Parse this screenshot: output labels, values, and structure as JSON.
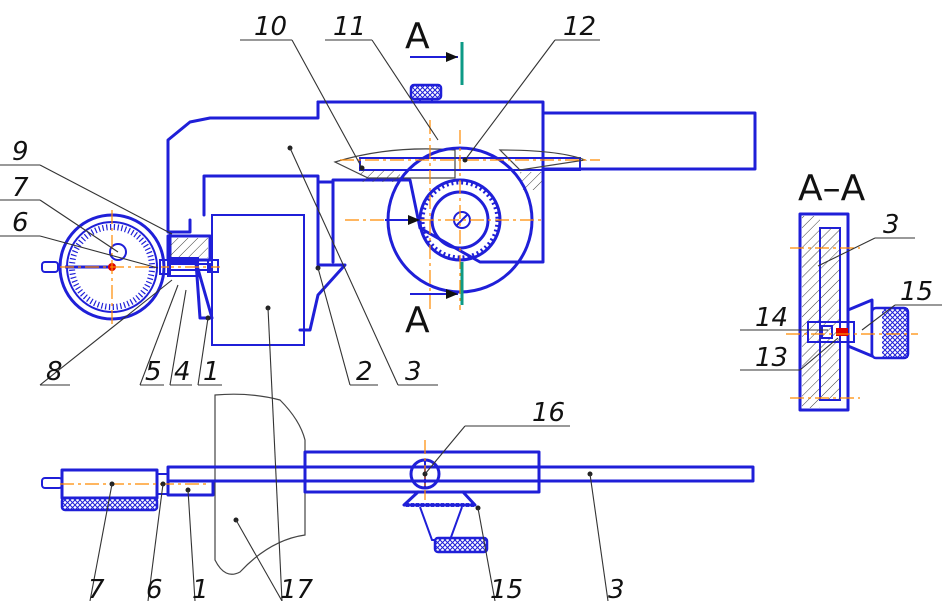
{
  "section_mark": "A",
  "section_title": "A–A",
  "callouts": {
    "c1a": "1",
    "c2": "2",
    "c3a": "3",
    "c4": "4",
    "c5": "5",
    "c6a": "6",
    "c7a": "7",
    "c8": "8",
    "c9": "9",
    "c10": "10",
    "c11": "11",
    "c12": "12",
    "s3": "3",
    "s13": "13",
    "s14": "14",
    "s15": "15",
    "c16": "16",
    "b7": "7",
    "b6": "6",
    "b1": "1",
    "b17": "17",
    "b15": "15",
    "b3": "3"
  }
}
